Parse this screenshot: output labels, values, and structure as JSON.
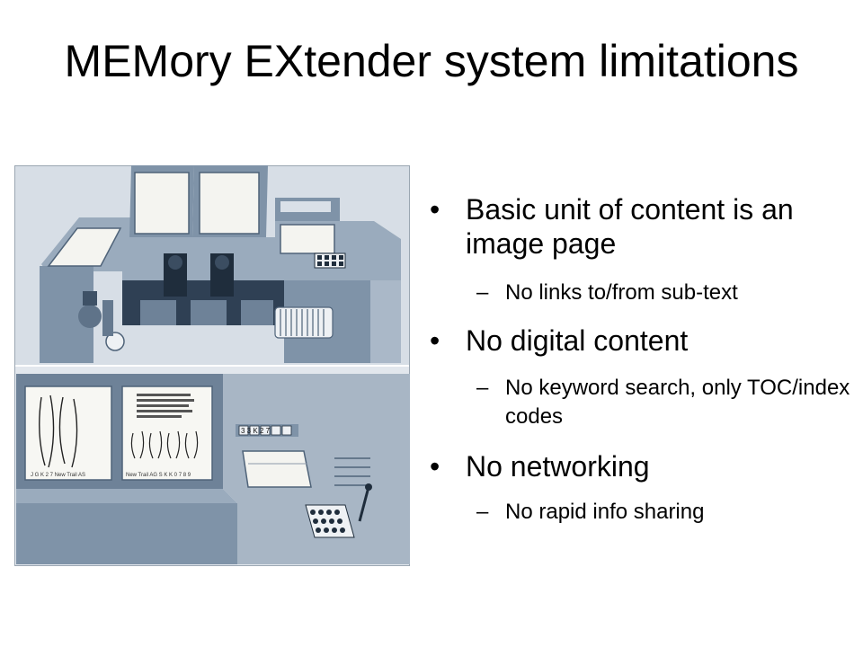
{
  "slide": {
    "title": "MEMory EXtender system limitations",
    "bullets": [
      {
        "text": "Basic unit of content is an image page",
        "sub": "No links to/from sub-text"
      },
      {
        "text": "No digital content",
        "sub": "No keyword search, only TOC/index codes"
      },
      {
        "text": "No networking",
        "sub": "No rapid info sharing"
      }
    ],
    "bullet_mark": "•",
    "sub_mark": "–"
  },
  "illustration": {
    "left_page_caption": "J G K 2 7     New Trail  AS",
    "right_page_caption": "New Trail  AG     S K K 0 7 8 9",
    "code_display": "3 3 K 2 7"
  },
  "colors": {
    "desk_light": "#aab8c8",
    "desk_mid": "#7f93a8",
    "desk_dark": "#4f6379",
    "screen": "#f4f4f0",
    "background_panel": "#d7dee6"
  }
}
